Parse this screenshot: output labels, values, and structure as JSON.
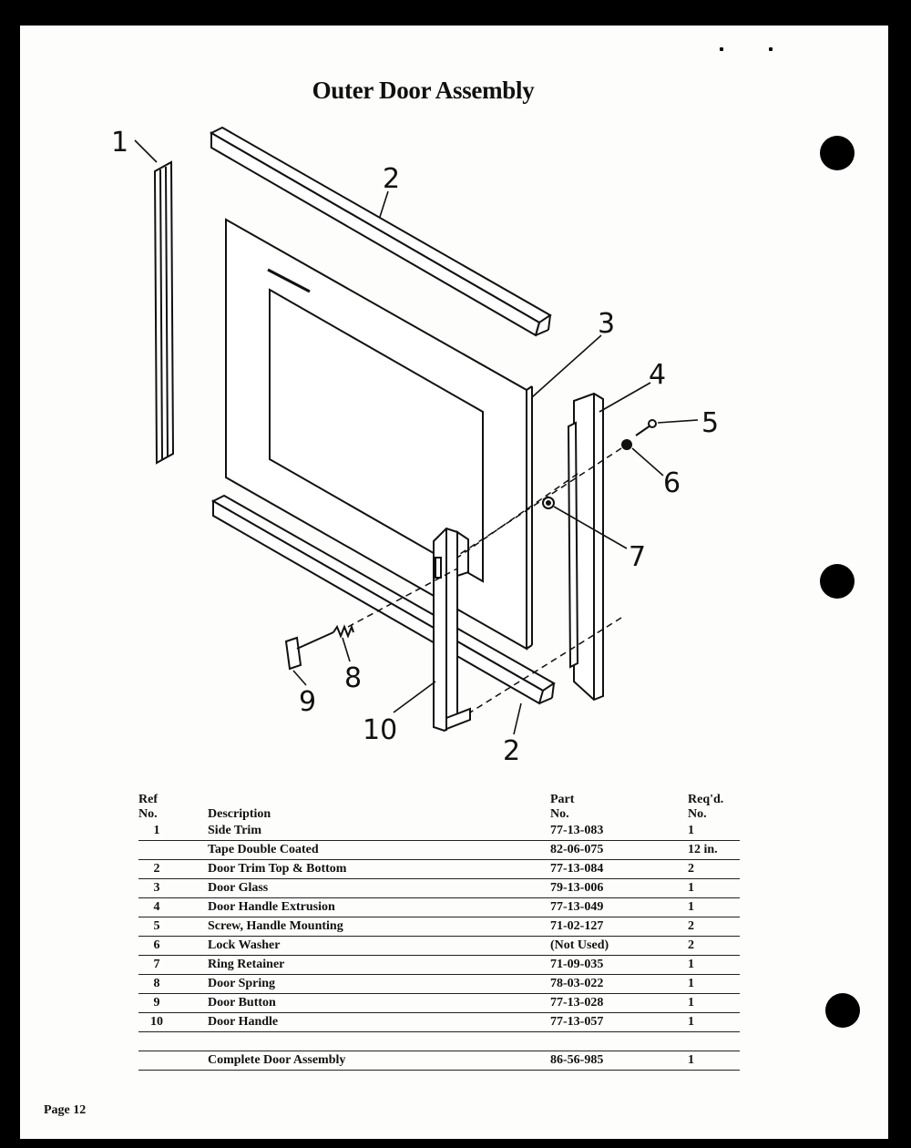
{
  "title": "Outer Door Assembly",
  "callouts": [
    "1",
    "2",
    "3",
    "4",
    "5",
    "6",
    "7",
    "8",
    "9",
    "10",
    "2"
  ],
  "table": {
    "headers": {
      "ref_line1": "Ref",
      "ref_line2": "No.",
      "description": "Description",
      "part_line1": "Part",
      "part_line2": "No.",
      "req_line1": "Req'd.",
      "req_line2": "No."
    },
    "rows": [
      {
        "ref": "1",
        "description": "Side Trim",
        "part": "77-13-083",
        "req": "1"
      },
      {
        "ref": "",
        "description": "Tape Double Coated",
        "part": "82-06-075",
        "req": "12 in."
      },
      {
        "ref": "2",
        "description": "Door Trim Top & Bottom",
        "part": "77-13-084",
        "req": "2"
      },
      {
        "ref": "3",
        "description": "Door Glass",
        "part": "79-13-006",
        "req": "1"
      },
      {
        "ref": "4",
        "description": "Door Handle Extrusion",
        "part": "77-13-049",
        "req": "1"
      },
      {
        "ref": "5",
        "description": "Screw, Handle Mounting",
        "part": "71-02-127",
        "req": "2"
      },
      {
        "ref": "6",
        "description": "Lock Washer",
        "part": "(Not Used)",
        "req": "2"
      },
      {
        "ref": "7",
        "description": "Ring Retainer",
        "part": "71-09-035",
        "req": "1"
      },
      {
        "ref": "8",
        "description": "Door Spring",
        "part": "78-03-022",
        "req": "1"
      },
      {
        "ref": "9",
        "description": "Door Button",
        "part": "77-13-028",
        "req": "1"
      },
      {
        "ref": "10",
        "description": "Door Handle",
        "part": "77-13-057",
        "req": "1"
      }
    ],
    "total": {
      "ref": "",
      "description": "Complete Door Assembly",
      "part": "86-56-985",
      "req": "1"
    }
  },
  "footer": "Page 12"
}
